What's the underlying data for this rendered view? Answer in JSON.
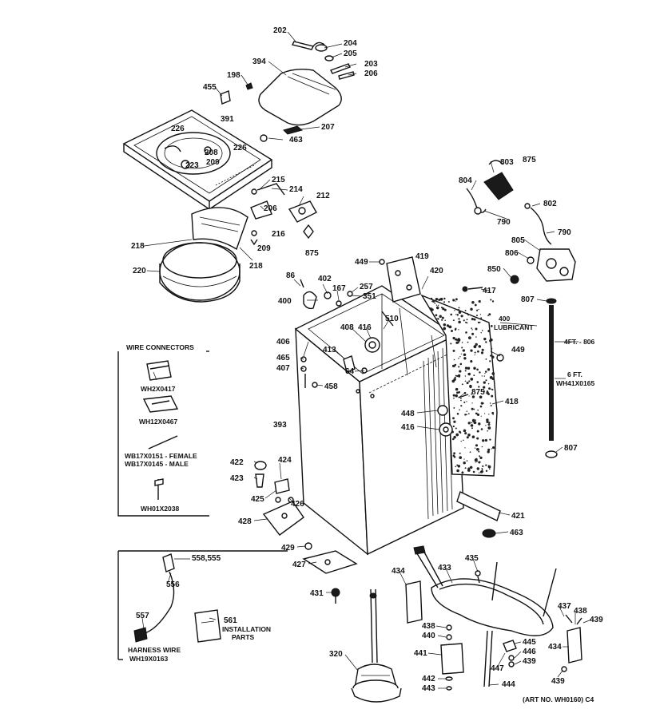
{
  "art_number": "(ART NO. WH0160) C4",
  "wire_connectors": {
    "title": "WIRE CONNECTORS",
    "items": [
      "WH2X0417",
      "WH12X0467",
      "WB17X0151 - FEMALE",
      "WB17X0145 - MALE",
      "WH01X2038"
    ]
  },
  "harness": {
    "harness_wire": "HARNESS WIRE",
    "harness_part": "WH19X0163",
    "install_number": "561",
    "install_label_1": "INSTALLATION",
    "install_label_2": "PARTS",
    "labels": {
      "l558": "558,555",
      "l556": "556",
      "l557": "557"
    }
  },
  "hose_notes": {
    "four_ft": "4FT. - 806",
    "six_ft": "6 FT.",
    "six_ft_part": "WH41X0165",
    "lube_num": "400",
    "lube_word": "LUBRICANT"
  },
  "callouts": {
    "c202": "202",
    "c204": "204",
    "c205": "205",
    "c203": "203",
    "c206a": "206",
    "c394": "394",
    "c198": "198",
    "c455": "455",
    "c391": "391",
    "c207": "207",
    "c463a": "463",
    "c226a": "226",
    "c208": "208",
    "c223": "223",
    "c209a": "209",
    "c226b": "226",
    "c215": "215",
    "c214": "214",
    "c212": "212",
    "c206b": "206",
    "c216": "216",
    "c209b": "209",
    "c875a": "875",
    "c218a": "218",
    "c220": "220",
    "c218b": "218",
    "c803": "803",
    "c875b": "875",
    "c804": "804",
    "c802": "802",
    "c790a": "790",
    "c790b": "790",
    "c805": "805",
    "c806": "806",
    "c850": "850",
    "c807a": "807",
    "c807b": "807",
    "c449a": "449",
    "c419": "419",
    "c420": "420",
    "c417": "417",
    "c86": "86",
    "c402": "402",
    "c167": "167",
    "c257": "257",
    "c351": "351",
    "c400": "400",
    "c510": "510",
    "c408": "408",
    "c416a": "416",
    "c406": "406",
    "c413": "413",
    "c449b": "449",
    "c465": "465",
    "c407": "407",
    "c64": "64",
    "c458": "458",
    "c875c": "875",
    "c418": "418",
    "c448": "448",
    "c416b": "416",
    "c393": "393",
    "c422": "422",
    "c424": "424",
    "c423": "423",
    "c425": "425",
    "c426": "426",
    "c428": "428",
    "c421": "421",
    "c463b": "463",
    "c429": "429",
    "c427": "427",
    "c435": "435",
    "c434a": "434",
    "c433": "433",
    "c431": "431",
    "c437": "437",
    "c438a": "438",
    "c439a": "439",
    "c438b": "438",
    "c440": "440",
    "c445": "445",
    "c446": "446",
    "c434b": "434",
    "c441": "441",
    "c439b": "439",
    "c447": "447",
    "c320": "320",
    "c442": "442",
    "c443": "443",
    "c444": "444",
    "c439c": "439"
  }
}
